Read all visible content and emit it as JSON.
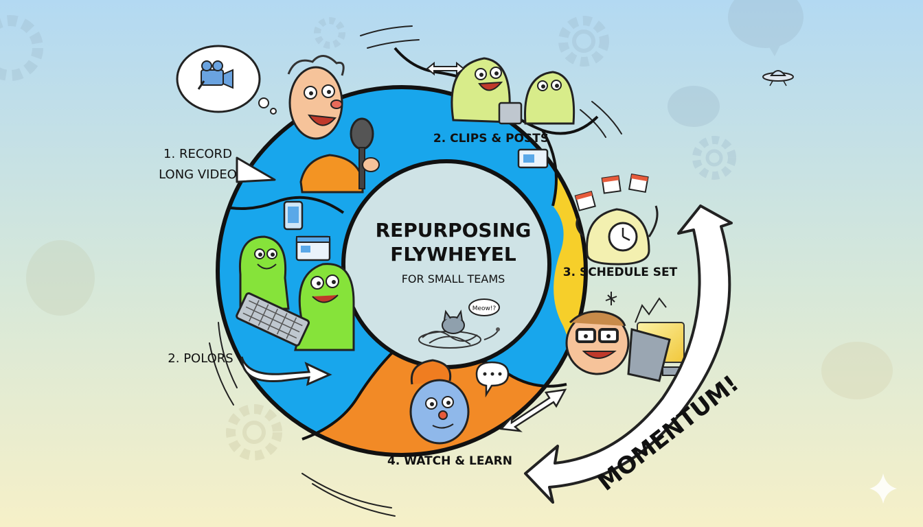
{
  "center": {
    "title_line1": "REPURPOSING",
    "title_line2": "FLYWHEYEL",
    "subtitle": "FOR SMALL TEAMS",
    "cat_bubble": "Meow!?"
  },
  "outer_labels": {
    "record_line1": "1. RECORD",
    "record_line2": "LONG VIDEO",
    "polors": "2. POLORS"
  },
  "segments": [
    {
      "label": "2. CLIPS & POSTS",
      "color": "#8fe03c"
    },
    {
      "label": "3. SCHEDULE SET",
      "color": "#f6cf2a"
    },
    {
      "label": "4. WATCH & LEARN",
      "color": "#f28a26"
    },
    {
      "label": "",
      "color": "#18a6ec"
    }
  ],
  "momentum": "MOMENTUM!",
  "colors": {
    "bg_top": "#b3d9f2",
    "bg_bottom": "#f6f0c8",
    "blob_green": "#86e33a",
    "face_blue": "#8fb8ea"
  },
  "icons": [
    "video-camera-icon",
    "microphone-icon",
    "keyboard-icon",
    "phone-icon",
    "browser-window-icon",
    "calendar-icon",
    "clock-icon",
    "computer-monitor-icon",
    "speech-bubble-icon",
    "ufo-icon",
    "gear-icon",
    "sparkle-icon",
    "cat-icon"
  ]
}
